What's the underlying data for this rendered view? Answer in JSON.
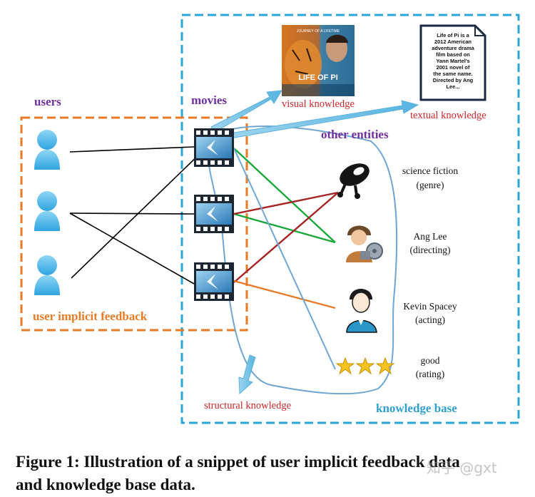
{
  "labels": {
    "users": "users",
    "movies": "movies",
    "other_entities": "other entities",
    "user_implicit_feedback": "user implicit feedback",
    "visual_knowledge": "visual knowledge",
    "textual_knowledge": "textual knowledge",
    "structural_knowledge": "structural knowledge",
    "knowledge_base": "knowledge base"
  },
  "poster": {
    "title": "LIFE OF PI",
    "tagline": "JOURNEY OF A LIFETIME"
  },
  "document_lines": [
    "Life of Pi is a",
    "2012 American",
    "adventure drama",
    "film based on",
    "Yann Martel's",
    "2001 novel of",
    "the same name.",
    "Directed by Ang",
    "Lee..."
  ],
  "entities": [
    {
      "name": "science fiction",
      "relation": "(genre)"
    },
    {
      "name": "Ang Lee",
      "relation": "(directing)"
    },
    {
      "name": "Kevin Spacey",
      "relation": "(acting)"
    },
    {
      "name": "good",
      "relation": "(rating)"
    }
  ],
  "caption_line1": "Figure 1: Illustration of a snippet of user implicit feedback data",
  "caption_line2": "and knowledge base data.",
  "watermark": "知乎 @gxt",
  "colors": {
    "label_purple": "#7030a0",
    "label_red": "#d0282a",
    "label_blue": "#2e9fd0",
    "users_box_orange": "#e97a26",
    "kb_box_blue": "#2aa6d6",
    "relation_green": "#1aa83c",
    "relation_darkred": "#a52424",
    "relation_orange": "#e67a2a",
    "structural_blue": "#6fa6d2"
  }
}
